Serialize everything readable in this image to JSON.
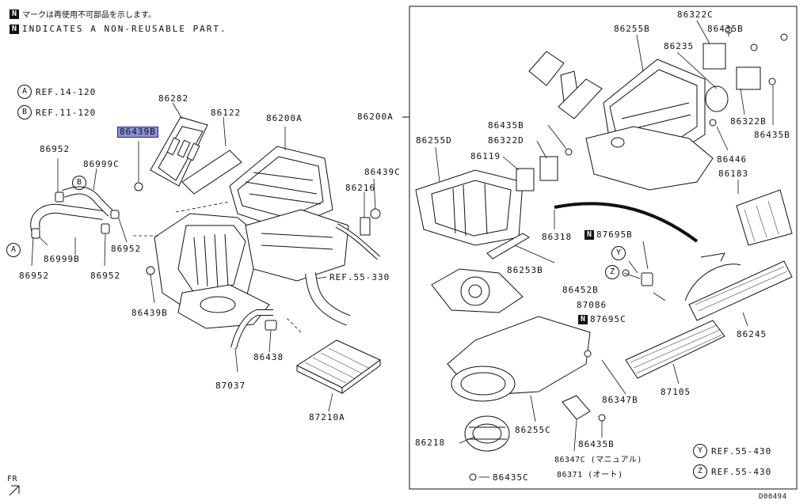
{
  "legend": {
    "n_marker": "N",
    "japanese_note": "マークは再使用不可部品を示します。",
    "english_note": "INDICATES A NON-REUSABLE PART."
  },
  "refs_left": [
    {
      "circle": "A",
      "text": "REF.14-120"
    },
    {
      "circle": "B",
      "text": "REF.11-120"
    }
  ],
  "refs_right": [
    {
      "circle": "Y",
      "text": "REF.55-430"
    },
    {
      "circle": "Z",
      "text": "REF.55-430"
    }
  ],
  "highlighted_part": "86439B",
  "parts_left": {
    "p86282": "86282",
    "p86122": "86122",
    "p86200A_a": "86200A",
    "p86200A_b": "86200A",
    "p86952_top": "86952",
    "p86999C": "86999C",
    "p86999B": "86999B",
    "p86952_left": "86952",
    "p86952_mid": "86952",
    "p86952_mid2": "86952",
    "p86439B_b": "86439B",
    "p86439C": "86439C",
    "p86216": "86216",
    "ref_55_330": "REF.55-330",
    "p86438": "86438",
    "p87037": "87037",
    "p87210A": "87210A",
    "circle_A": "A",
    "circle_B": "B"
  },
  "parts_right": {
    "p86322C": "86322C",
    "p86435B_top": "86435B",
    "p86255B": "86255B",
    "p86235": "86235",
    "p86322B": "86322B",
    "p86435B_r": "86435B",
    "p86446": "86446",
    "p86183": "86183",
    "p86435B_m": "86435B",
    "p86322D": "86322D",
    "p86255D": "86255D",
    "p86119": "86119",
    "p86318": "86318",
    "p87695B": "87695B",
    "p86253B": "86253B",
    "p86452B": "86452B",
    "p87086": "87086",
    "p87695C": "87695C",
    "p86245": "86245",
    "p86347B": "86347B",
    "p87105": "87105",
    "p86255C": "86255C",
    "p86435B_low": "86435B",
    "p86218": "86218",
    "p86347C": "86347C (マニュアル)",
    "p86371": "86371 (オート)",
    "p86435C": "86435C",
    "circle_Y": "Y",
    "circle_Z": "Z",
    "n1": "N",
    "n2": "N"
  },
  "footer": {
    "fr_label": "FR",
    "diagram_code": "D00494"
  }
}
